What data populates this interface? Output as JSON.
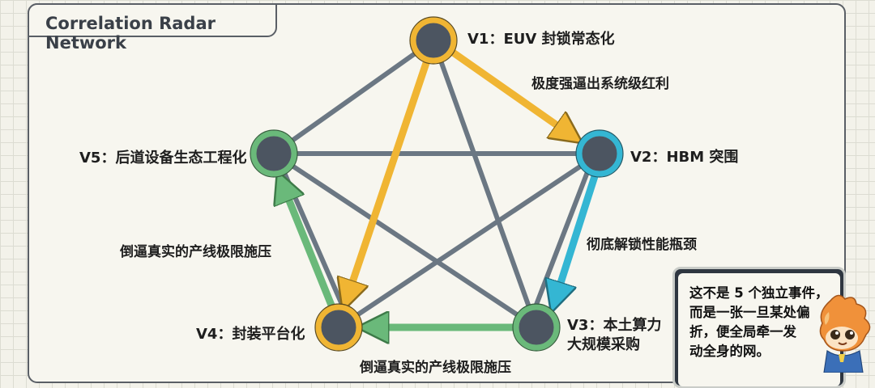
{
  "title": "Correlation Radar Network",
  "nodes": [
    {
      "id": "V1",
      "label": "V1：EUV 封锁常态化",
      "ring": "#f0b533"
    },
    {
      "id": "V2",
      "label": "V2：HBM 突围",
      "ring": "#34b6d3"
    },
    {
      "id": "V3",
      "label_line1": "V3：本土算力",
      "label_line2": "大规模采购",
      "ring": "#6ab97a"
    },
    {
      "id": "V4",
      "label": "V4：封装平台化",
      "ring": "#f0b533"
    },
    {
      "id": "V5",
      "label": "V5：后道设备生态工程化",
      "ring": "#6ab97a"
    }
  ],
  "edges": [
    {
      "label": "极度强逼出系统级红利"
    },
    {
      "label": "彻底解锁性能瓶颈"
    },
    {
      "label": "倒逼真实的产线极限施压"
    },
    {
      "label": "倒逼真实的产线极限施压"
    }
  ],
  "colors": {
    "orange": "#f0b533",
    "cyan": "#34b6d3",
    "green": "#6ab97a",
    "gray_edge": "#6b7783",
    "node_fill": "#4c5561"
  },
  "note": {
    "lines": [
      "这不是 5 个独立事件，",
      "而是一张一旦某处偏",
      "折，便全局牵一发",
      "动全身的网。"
    ]
  },
  "mascot_icon": "fox-mascot-icon"
}
